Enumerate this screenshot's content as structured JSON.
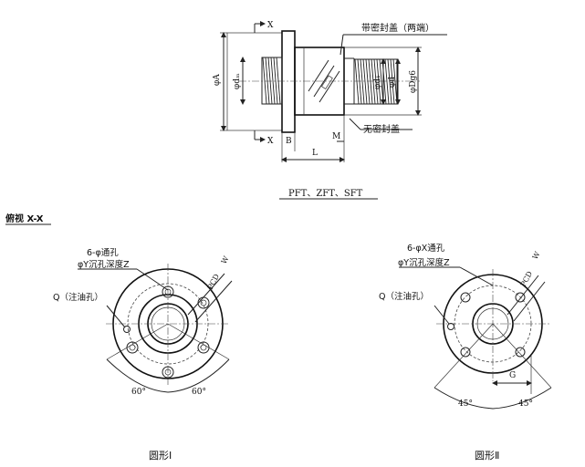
{
  "side_view": {
    "labels": {
      "section_top": "X",
      "section_bottom": "X",
      "phi_a": "φA",
      "phi_dm": "φdₘ",
      "phi_d1": "φd₁",
      "phi_d": "φd",
      "phi_dg6": "φDg6",
      "dim_b": "B",
      "dim_l": "L",
      "dim_m": "M",
      "with_seal": "带密封盖（两端）",
      "without_seal": "无密封盖"
    },
    "models": "PFT、ZFT、SFT"
  },
  "section_heading": "俯视 X-X",
  "shape1": {
    "hole_label_1": "6-φ通孔",
    "hole_label_2": "φY沉孔深度Z",
    "oil_hole": "Q（注油孔）",
    "pcd": "PCD",
    "w": "W",
    "angle_left": "60°",
    "angle_right": "60°",
    "title": "圆形Ⅰ"
  },
  "shape2": {
    "hole_label_1": "6-φX通孔",
    "hole_label_2": "φY沉孔深度Z",
    "oil_hole": "Q（注油孔）",
    "pcd": "PCD",
    "w": "W",
    "g": "G",
    "angle_left": "45°",
    "angle_right": "45°",
    "title": "圆形Ⅱ"
  }
}
